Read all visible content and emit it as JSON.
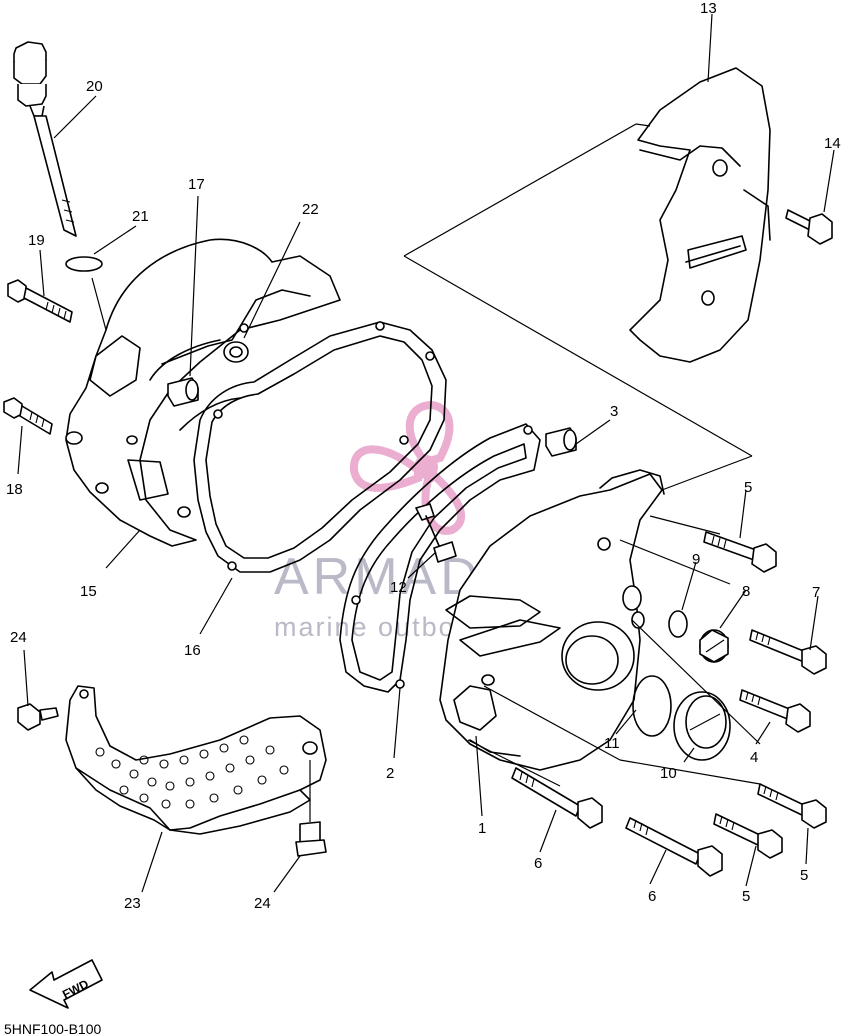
{
  "callouts": [
    "1",
    "2",
    "3",
    "4",
    "5",
    "6",
    "7",
    "8",
    "9",
    "10",
    "11",
    "12",
    "13",
    "14",
    "15",
    "16",
    "17",
    "18",
    "19",
    "20",
    "21",
    "22",
    "23",
    "24"
  ],
  "watermark": {
    "brand": "ARMADA",
    "tagline": "marine outboards",
    "color": "#e8a0c8"
  },
  "fwd_label": "FWD",
  "diagram_code": "5HNF100-B100"
}
